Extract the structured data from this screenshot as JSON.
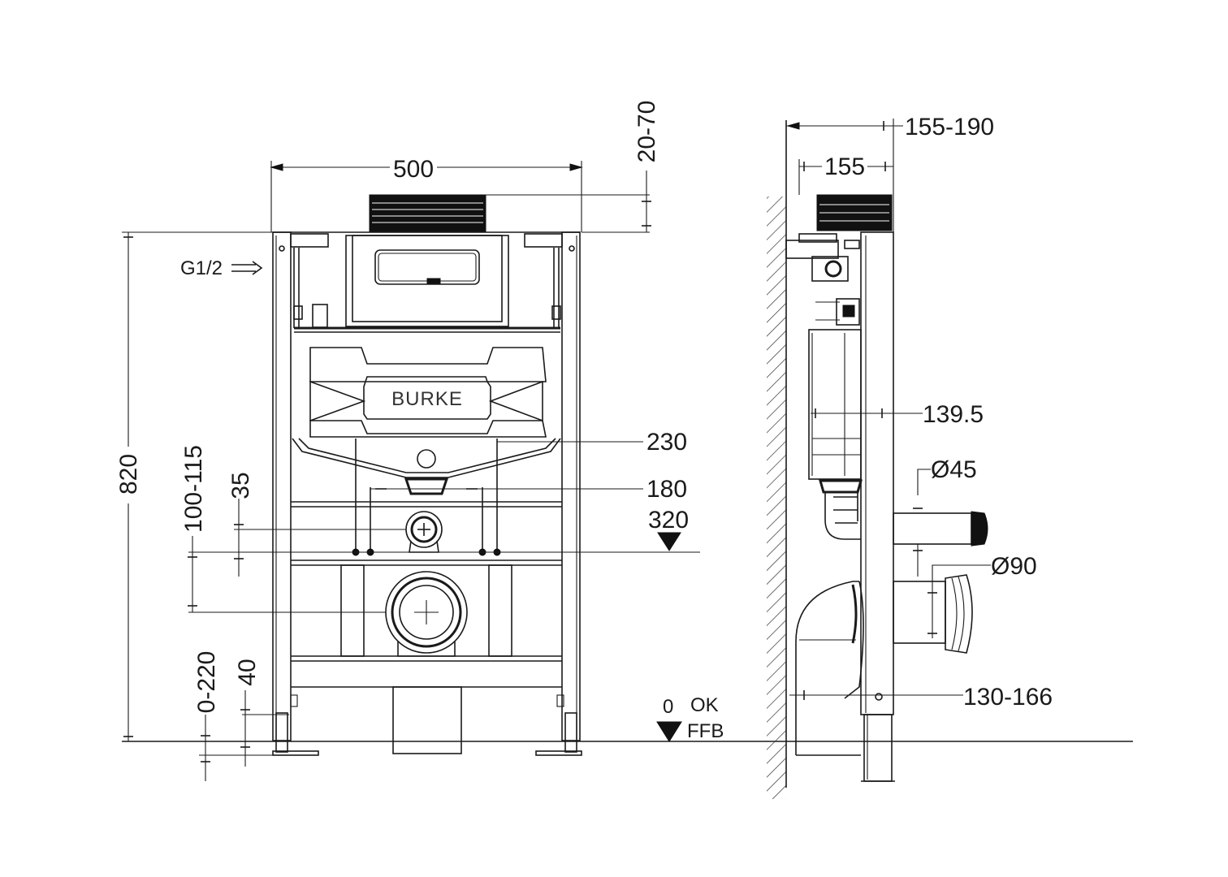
{
  "front_view": {
    "brand": "BURKE",
    "inlet_label": "G1/2",
    "dims": {
      "width": "500",
      "height": "820",
      "button_adjust": "20-70",
      "fix_230": "230",
      "fix_180": "180",
      "level_320": "320",
      "range_100_115": "100-115",
      "dim_35": "35",
      "range_0_220": "0-220",
      "dim_40": "40",
      "floor_zero": "0",
      "floor_ok": "OK",
      "floor_ffb": "FFB"
    }
  },
  "side_view": {
    "dims": {
      "depth_155_190": "155-190",
      "depth_155": "155",
      "depth_139_5": "139.5",
      "pipe_45": "Ø45",
      "pipe_90": "Ø90",
      "range_130_166": "130-166"
    }
  }
}
